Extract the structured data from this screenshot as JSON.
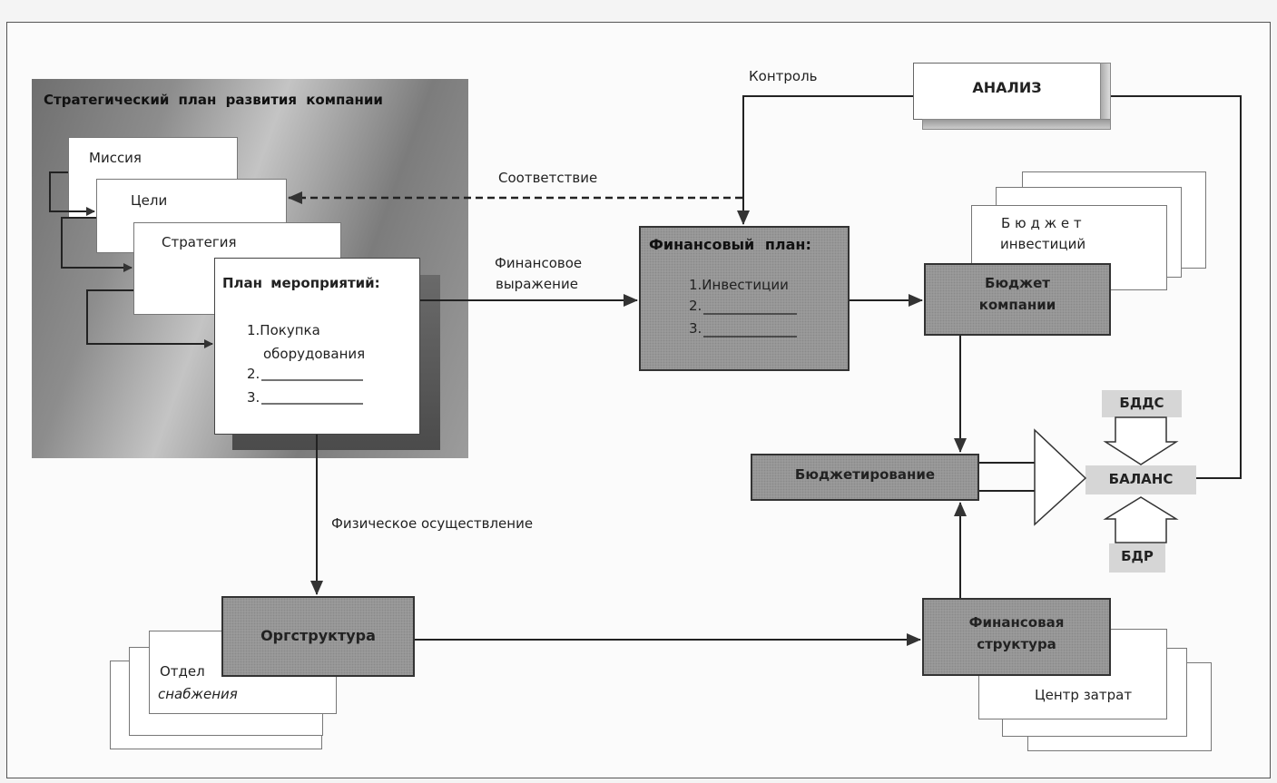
{
  "strategic_plan": {
    "title": "Стратегический план развития компании",
    "mission": "Миссия",
    "goals": "Цели",
    "strategy": "Стратегия"
  },
  "action_plan": {
    "title": "План мероприятий:",
    "item1_line1": "1.Покупка",
    "item1_line2": "оборудования",
    "item2": "2.",
    "item3": "3."
  },
  "financial_plan": {
    "title": "Финансовый план:",
    "item1": "1.Инвестиции",
    "item2": "2.",
    "item3": "3."
  },
  "analysis": "АНАЛИЗ",
  "company_budget": {
    "line1": "Бюджет",
    "line2": "компании"
  },
  "investment_budget": {
    "line1": "Б ю д ж е т",
    "line2": "инвестиций"
  },
  "budgeting": "Бюджетирование",
  "bdds": "БДДС",
  "balance": "БАЛАНС",
  "bdr": "БДР",
  "org_structure": "Оргструктура",
  "department": {
    "line1": "Отдел",
    "line2": "снабжения"
  },
  "financial_structure": {
    "line1": "Финансовая",
    "line2": "структура"
  },
  "cost_center": "Центр затрат",
  "labels": {
    "control": "Контроль",
    "correspondence": "Соответствие",
    "financial_expression_1": "Финансовое",
    "financial_expression_2": "выражение",
    "physical_implementation": "Физическое осуществление"
  },
  "colors": {
    "grey_box": "#9d9d9d",
    "light_grey": "#d9d9d9",
    "line": "#333333"
  }
}
